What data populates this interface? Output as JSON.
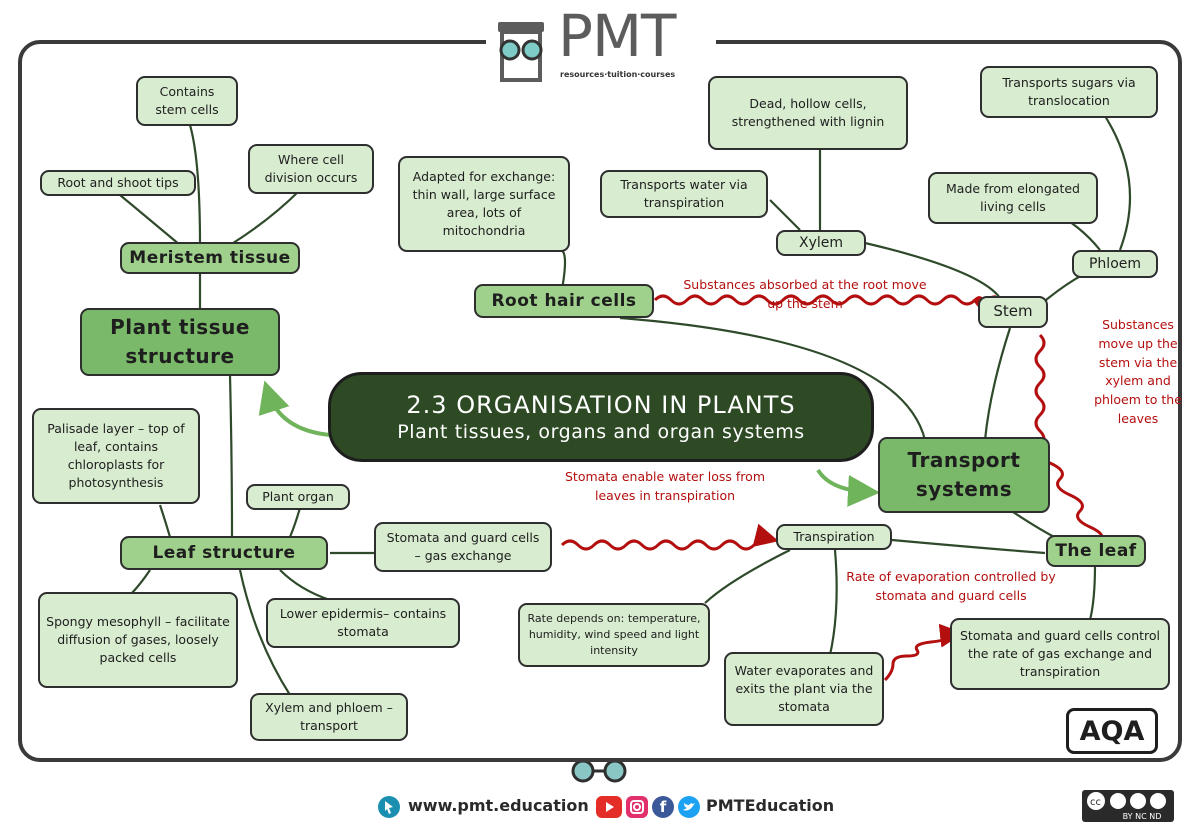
{
  "brand": {
    "logo": "PMT",
    "tagline": "resources·tuition·courses"
  },
  "central": {
    "title": "2.3 ORGANISATION IN PLANTS",
    "subtitle": "Plant tissues, organs and organ systems"
  },
  "plant_tissue": {
    "title": "Plant tissue structure",
    "meristem": {
      "label": "Meristem tissue",
      "notes": [
        "Contains stem cells",
        "Root and shoot tips",
        "Where cell division occurs"
      ]
    },
    "leaf": {
      "label": "Leaf structure",
      "notes": [
        "Palisade layer – top of leaf, contains chloroplasts for photosynthesis",
        "Plant organ",
        "Stomata and guard cells – gas exchange",
        "Spongy mesophyll – facilitate diffusion of gases, loosely packed cells",
        "Lower epidermis– contains stomata",
        "Xylem and phloem – transport"
      ]
    }
  },
  "transport": {
    "title": "Transport systems",
    "root_hair": {
      "label": "Root hair cells",
      "note": "Adapted for exchange: thin wall, large surface area, lots of mitochondria"
    },
    "stem": "Stem",
    "xylem": {
      "label": "Xylem",
      "notes": [
        "Dead, hollow cells, strengthened with lignin",
        "Transports water via transpiration"
      ]
    },
    "phloem": {
      "label": "Phloem",
      "notes": [
        "Transports sugars via translocation",
        "Made from elongated living cells"
      ]
    },
    "leaf": "The leaf",
    "transpiration": {
      "label": "Transpiration",
      "notes": [
        "Rate depends on: temperature, humidity, wind speed and light intensity",
        "Water evaporates and exits the plant via the stomata",
        "Stomata and guard cells control the rate of gas exchange and transpiration"
      ]
    }
  },
  "annotations": {
    "root_to_stem": "Substances absorbed at the root move up the stem",
    "stem_to_leaf": "Substances move up the stem via the xylem and phloem to the leaves",
    "stomata_loss": "Stomata enable water loss from leaves in transpiration",
    "evaporation_rate": "Rate of evaporation controlled by stomata and guard cells"
  },
  "exam_board": "AQA",
  "footer": {
    "website": "www.pmt.education",
    "social": "PMTEducation",
    "license": "BY NC ND"
  },
  "colors": {
    "dark_green": "#2d4a25",
    "mid_green": "#7ab96a",
    "light_green": "#d8ecd0",
    "red": "#b40f0f",
    "arrow_green": "#6fb35a",
    "footer_blue": "#1a8fb0",
    "youtube": "#e52d27",
    "instagram": "#e1306c",
    "facebook": "#3b5998",
    "twitter": "#1da1f2"
  }
}
